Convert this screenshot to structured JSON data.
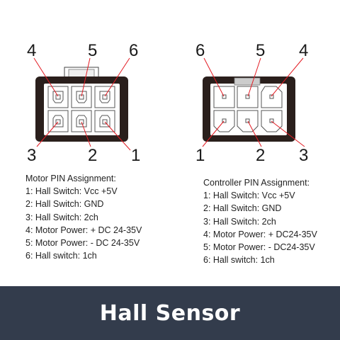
{
  "motor_connector": {
    "top_pins": [
      "4",
      "5",
      "6"
    ],
    "bottom_pins": [
      "3",
      "2",
      "1"
    ]
  },
  "controller_connector": {
    "top_pins": [
      "6",
      "5",
      "4"
    ],
    "bottom_pins": [
      "1",
      "2",
      "3"
    ]
  },
  "motor_assignment": {
    "heading": "Motor PIN Assignment:",
    "items": [
      "1: Hall Switch: Vcc +5V",
      "2: Hall Switch: GND",
      "3: Hall Switch: 2ch",
      "4: Motor Power: + DC 24-35V",
      "5: Motor Power: - DC 24-35V",
      "6: Hall switch: 1ch"
    ]
  },
  "controller_assignment": {
    "heading": "Controller PIN Assignment:",
    "items": [
      "1: Hall Switch: Vcc +5V",
      "2: Hall Switch: GND",
      "3: Hall Switch: 2ch",
      "4: Motor Power: + DC24-35V",
      "5: Motor Power: - DC24-35V",
      "6: Hall switch: 1ch"
    ]
  },
  "banner": {
    "title": "Hall Sensor"
  },
  "colors": {
    "leader_line": "#e31b23",
    "housing": "#2a1f1c",
    "banner_bg": "#333c4c",
    "banner_text": "#ffffff"
  }
}
